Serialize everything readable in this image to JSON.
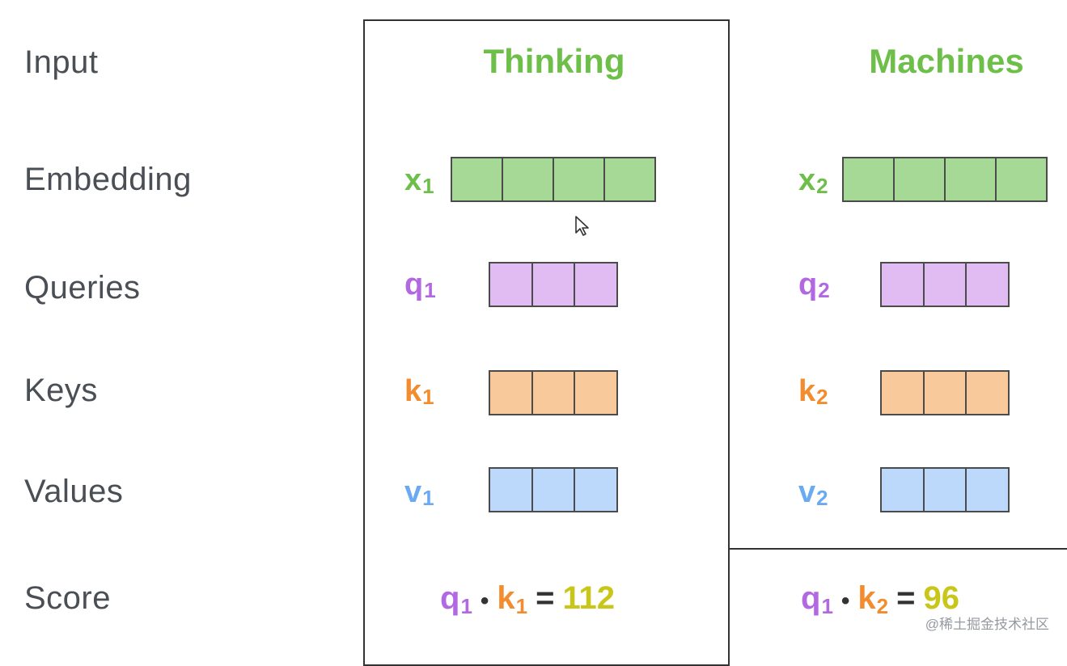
{
  "rows": {
    "input": "Input",
    "embedding": "Embedding",
    "queries": "Queries",
    "keys": "Keys",
    "values": "Values",
    "score": "Score"
  },
  "tokens": [
    {
      "word": "Thinking",
      "x_base": "x",
      "x_sub": "1",
      "q_base": "q",
      "q_sub": "1",
      "k_base": "k",
      "k_sub": "1",
      "v_base": "v",
      "v_sub": "1",
      "score": {
        "q_base": "q",
        "q_sub": "1",
        "dot": "•",
        "k_base": "k",
        "k_sub": "1",
        "eq": "=",
        "value": "112"
      }
    },
    {
      "word": "Machines",
      "x_base": "x",
      "x_sub": "2",
      "q_base": "q",
      "q_sub": "2",
      "k_base": "k",
      "k_sub": "2",
      "v_base": "v",
      "v_sub": "2",
      "score": {
        "q_base": "q",
        "q_sub": "1",
        "dot": "•",
        "k_base": "k",
        "k_sub": "2",
        "eq": "=",
        "value": "96"
      }
    }
  ],
  "colors": {
    "word": "#6dbf4a",
    "embedding": "#a6d996",
    "query_fill": "#e0bcf2",
    "query_text": "#b268e0",
    "key_fill": "#f8c99a",
    "key_text": "#f28c2e",
    "value_fill": "#bcd8fb",
    "value_text": "#6aaaf2",
    "score_value": "#c9c61a"
  },
  "watermark": "@稀土掘金技术社区"
}
